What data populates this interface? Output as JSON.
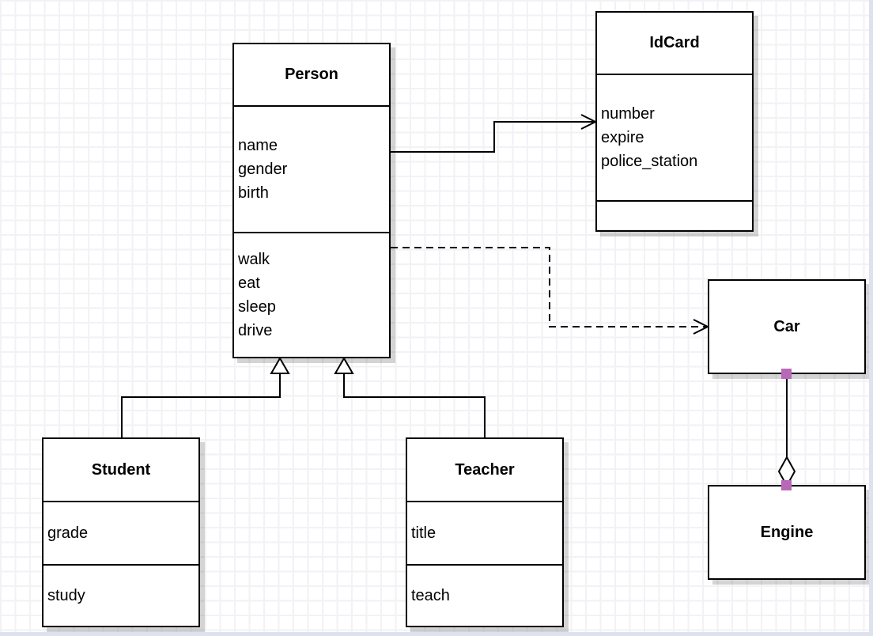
{
  "diagram": {
    "classes": {
      "person": {
        "name": "Person",
        "attributes": [
          "name",
          "gender",
          "birth"
        ],
        "methods": [
          "walk",
          "eat",
          "sleep",
          "drive"
        ]
      },
      "idcard": {
        "name": "IdCard",
        "attributes": [
          "number",
          "expire",
          "police_station"
        ],
        "methods": []
      },
      "student": {
        "name": "Student",
        "attributes": [
          "grade"
        ],
        "methods": [
          "study"
        ]
      },
      "teacher": {
        "name": "Teacher",
        "attributes": [
          "title"
        ],
        "methods": [
          "teach"
        ]
      },
      "car": {
        "name": "Car"
      },
      "engine": {
        "name": "Engine"
      }
    },
    "relationships": [
      {
        "from": "Person",
        "to": "IdCard",
        "type": "association"
      },
      {
        "from": "Person",
        "to": "Car",
        "type": "dependency"
      },
      {
        "from": "Student",
        "to": "Person",
        "type": "generalization"
      },
      {
        "from": "Teacher",
        "to": "Person",
        "type": "generalization"
      },
      {
        "from": "Car",
        "to": "Engine",
        "type": "aggregation"
      }
    ],
    "colors": {
      "endpoint_handle": "#b868b8",
      "box_border": "#000000",
      "grid_line": "#f2f2f6"
    }
  }
}
